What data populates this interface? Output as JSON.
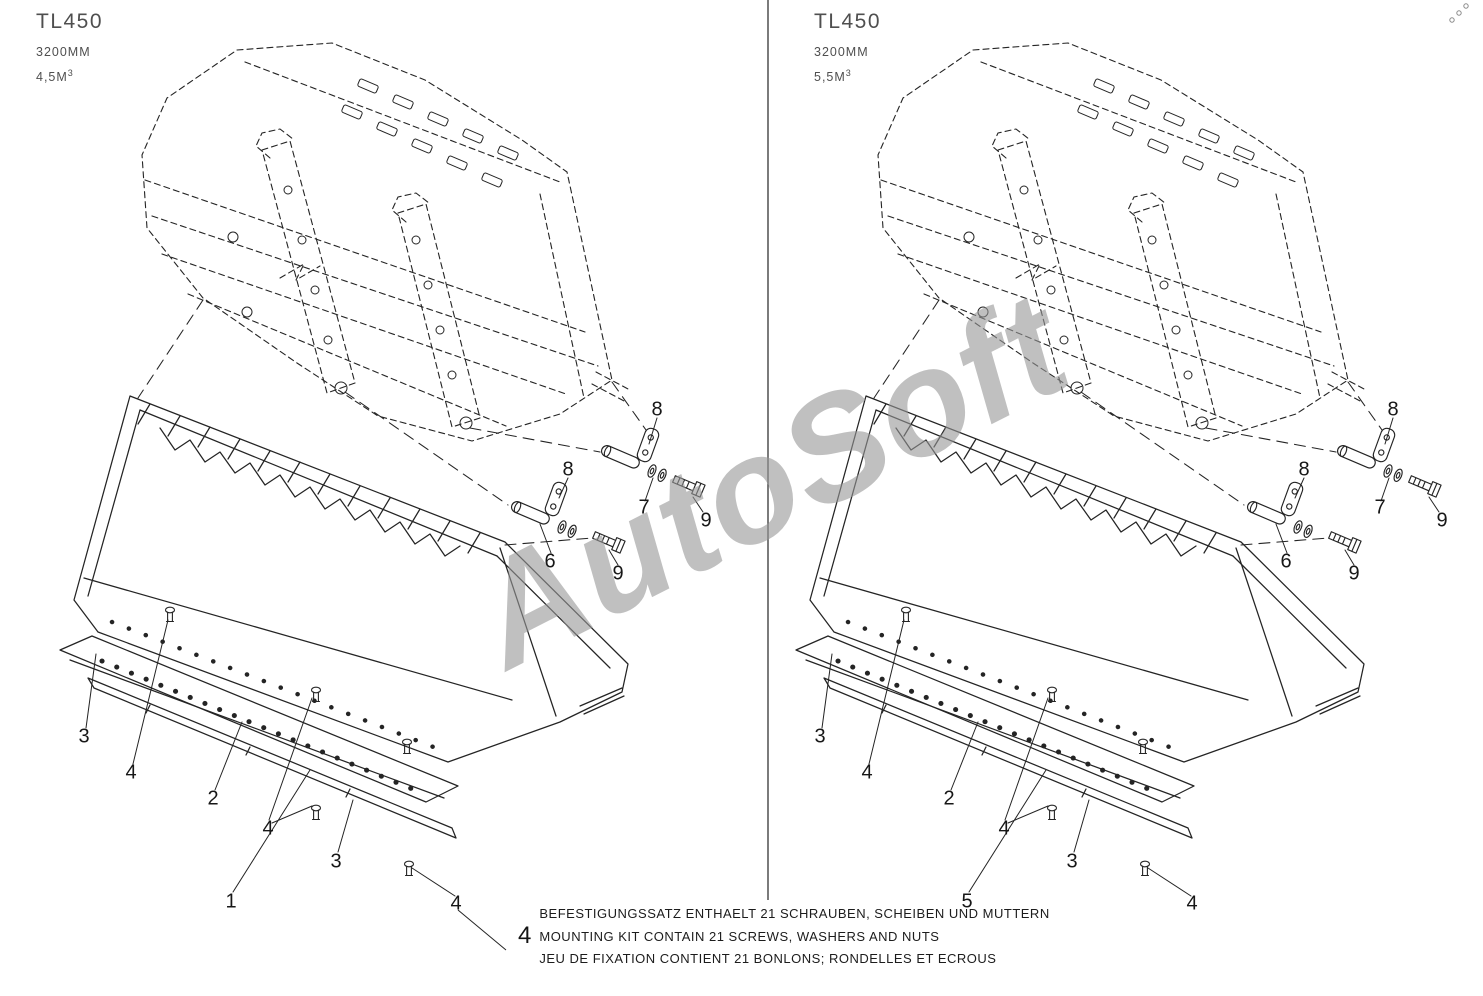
{
  "page": {
    "watermark": "AutoSoft"
  },
  "panels": [
    {
      "model": "TL450",
      "width": "3200MM",
      "capacity": "4,5M",
      "capacity_exp": "3"
    },
    {
      "model": "TL450",
      "width": "3200MM",
      "capacity": "5,5M",
      "capacity_exp": "3"
    }
  ],
  "callouts": {
    "left": [
      "8",
      "8",
      "7",
      "9",
      "6",
      "9",
      "3",
      "4",
      "2",
      "4",
      "3",
      "1",
      "4"
    ],
    "right": [
      "8",
      "8",
      "7",
      "9",
      "6",
      "9",
      "3",
      "4",
      "2",
      "4",
      "3",
      "5",
      "4"
    ]
  },
  "note": {
    "item_number": "4",
    "line_de": "BEFESTIGUNGSSATZ ENTHAELT 21 SCHRAUBEN, SCHEIBEN UND MUTTERN",
    "line_en": "MOUNTING KIT CONTAIN 21 SCREWS, WASHERS AND NUTS",
    "line_fr": "JEU DE FIXATION CONTIENT 21 BONLONS; RONDELLES ET ECROUS"
  }
}
